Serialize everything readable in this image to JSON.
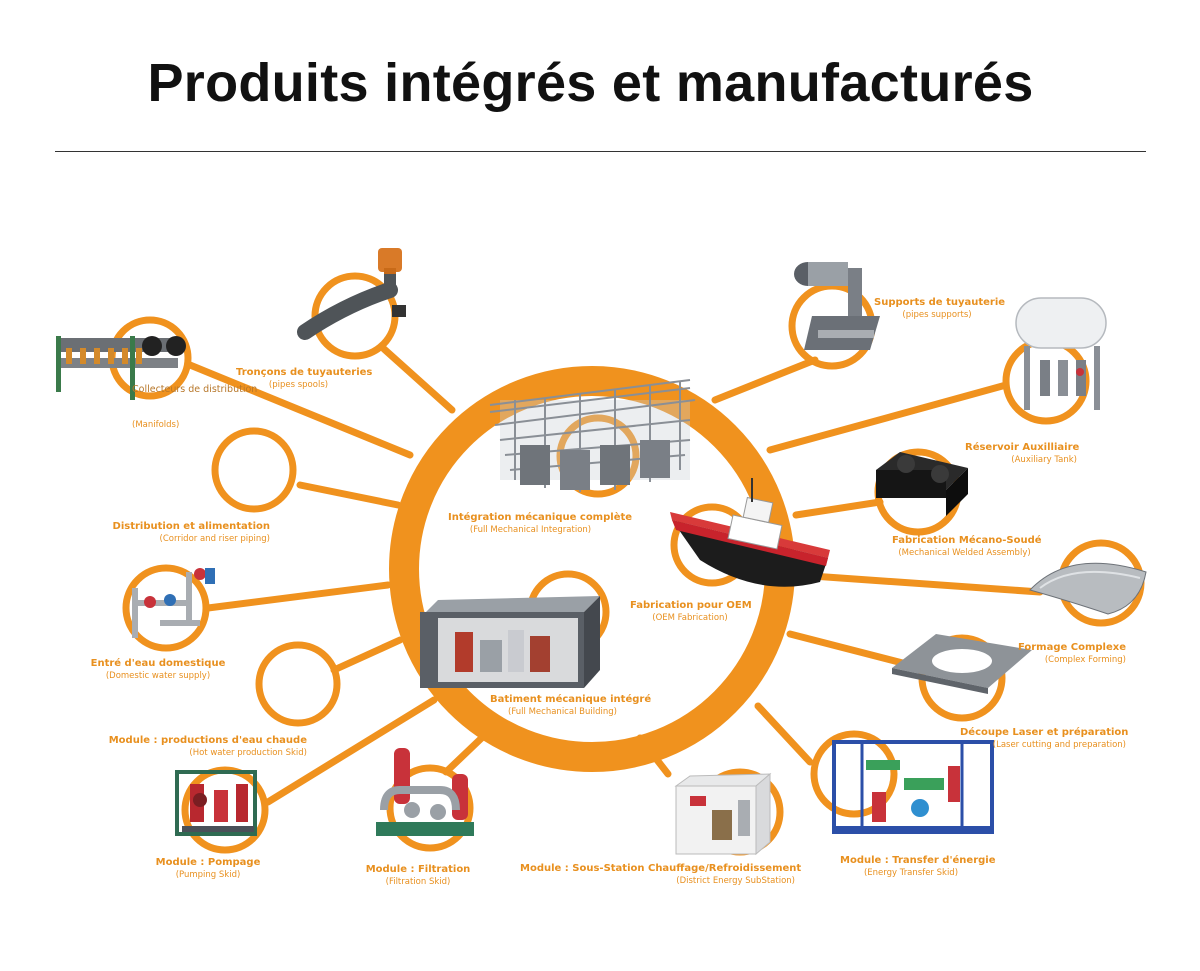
{
  "title": "Produits intégrés et manufacturés",
  "colors": {
    "accent": "#f0921e",
    "title": "#111111",
    "rule": "#333333"
  },
  "center_items": [
    {
      "fr": "Intégration mécanique complète",
      "en": "(Full Mechanical Integration)"
    },
    {
      "fr": "Fabrication pour OEM",
      "en": "(OEM Fabrication)"
    },
    {
      "fr": "Batiment mécanique intégré",
      "en": "(Full Mechanical Building)"
    }
  ],
  "satellites": [
    {
      "fr": "Tronçons de tuyauteries",
      "en": "(pipes spools)",
      "icon": "pipe-spool-icon"
    },
    {
      "fr": "Collecteurs de distribution",
      "en": "(Manifolds)",
      "icon": "manifold-icon"
    },
    {
      "fr": "Distribution et alimentation",
      "en": "(Corridor and riser piping)",
      "icon": ""
    },
    {
      "fr": "Entré d'eau domestique",
      "en": "(Domestic water supply)",
      "icon": "domestic-water-icon"
    },
    {
      "fr": "Module : productions d'eau chaude",
      "en": "(Hot water production Skid)",
      "icon": ""
    },
    {
      "fr": "Module : Pompage",
      "en": "(Pumping Skid)",
      "icon": "pumping-skid-icon"
    },
    {
      "fr": "Module : Filtration",
      "en": "(Filtration Skid)",
      "icon": "filtration-skid-icon"
    },
    {
      "fr": "Module : Sous-Station Chauffage/Refroidissement",
      "en": "(District Energy SubStation)",
      "icon": "substation-icon"
    },
    {
      "fr": "Module : Transfer d'énergie",
      "en": "(Energy Transfer Skid)",
      "icon": "energy-transfer-icon"
    },
    {
      "fr": "Découpe Laser et préparation",
      "en": "(Laser cutting and preparation)",
      "icon": "laser-cut-plate-icon"
    },
    {
      "fr": "Formage Complexe",
      "en": "(Complex Forming)",
      "icon": "formed-sheet-icon"
    },
    {
      "fr": "Fabrication Mécano-Soudé",
      "en": "(Mechanical Welded Assembly)",
      "icon": "welded-assembly-icon"
    },
    {
      "fr": "Réservoir Auxilliaire",
      "en": "(Auxiliary Tank)",
      "icon": "auxiliary-tank-icon"
    },
    {
      "fr": "Supports de tuyauterie",
      "en": "(pipes supports)",
      "icon": "pipe-support-icon"
    }
  ]
}
